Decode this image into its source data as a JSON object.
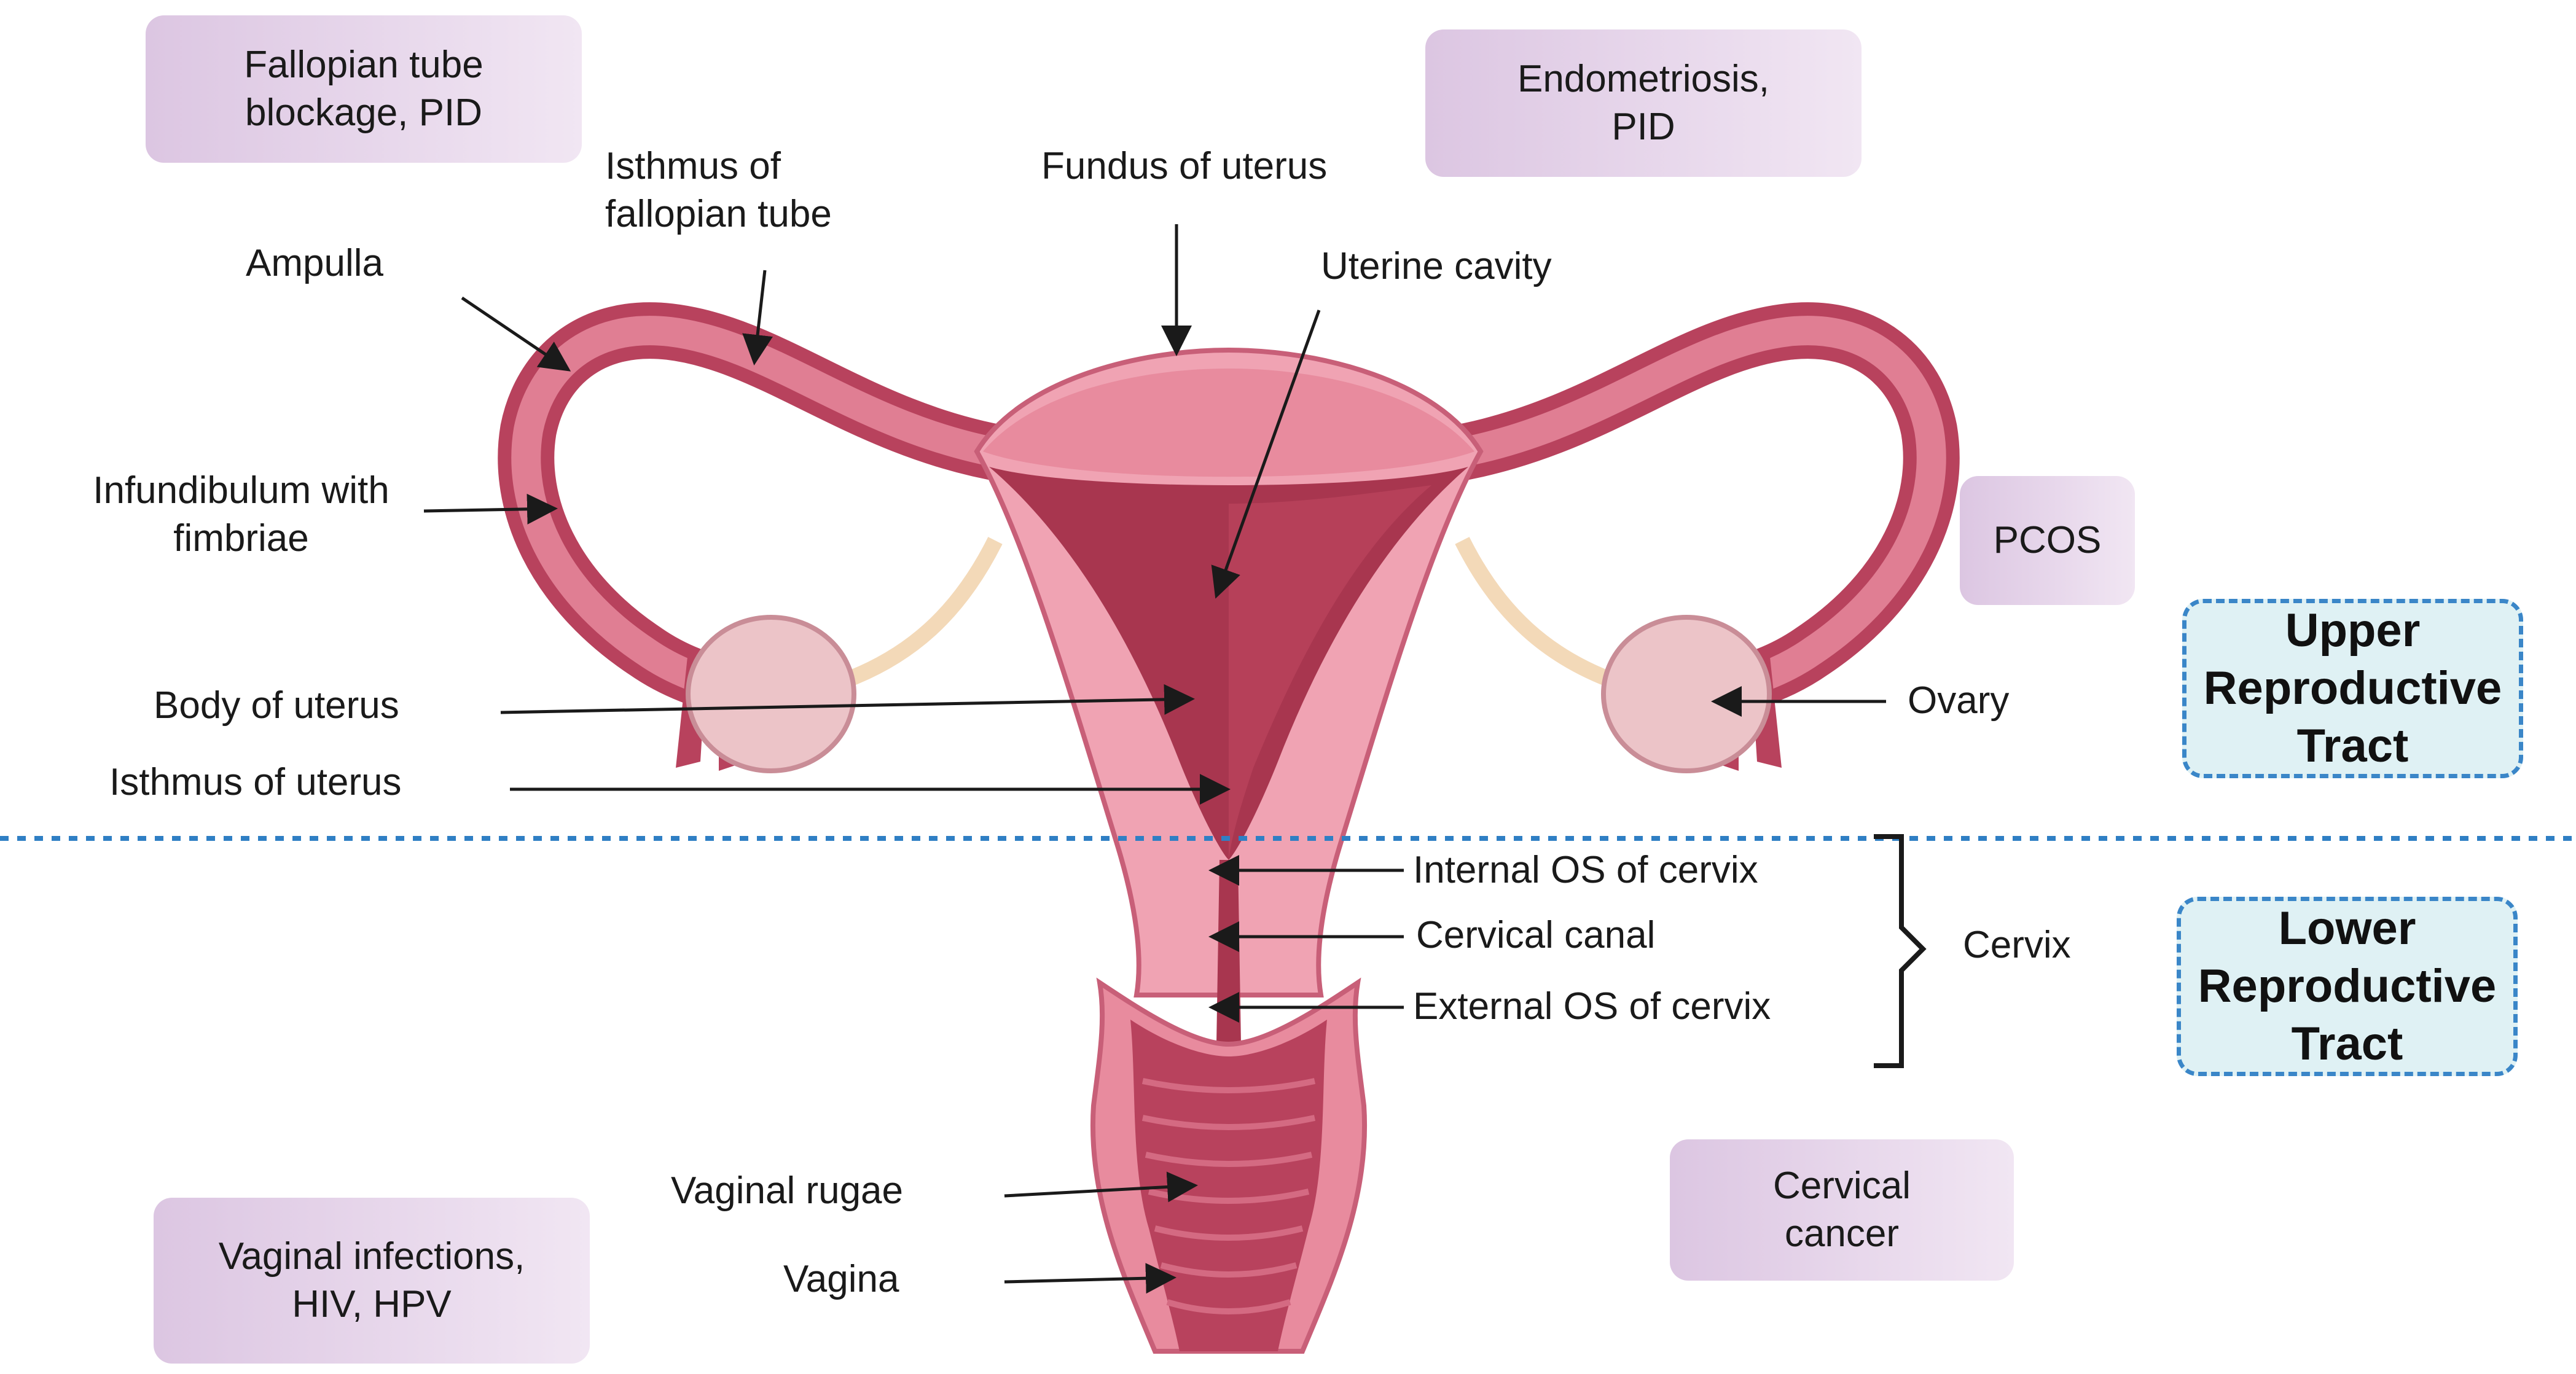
{
  "colors": {
    "uterus_outer": "#e88b9e",
    "uterus_wall": "#f0a3b3",
    "uterus_dark": "#b8425d",
    "uterine_cavity": "#a8364f",
    "ovary": "#ecc4c8",
    "ligament": "#f3d9b8",
    "disease_box": "#e6d5ea",
    "tract_box_fill": "#dff1f4",
    "tract_box_border": "#3a86c8",
    "divider": "#2f7fc4",
    "arrow": "#1a1a1a"
  },
  "anatomy_labels": {
    "ampulla": "Ampulla",
    "isthmus_tube_1": "Isthmus of",
    "isthmus_tube_2": "fallopian tube",
    "fundus": "Fundus of uterus",
    "uterine_cavity": "Uterine cavity",
    "infundibulum_1": "Infundibulum with",
    "infundibulum_2": "fimbriae",
    "body": "Body of uterus",
    "isthmus_uterus": "Isthmus of uterus",
    "ovary": "Ovary",
    "internal_os": "Internal OS of cervix",
    "cervical_canal": "Cervical canal",
    "external_os": "External OS of cervix",
    "cervix": "Cervix",
    "vaginal_rugae": "Vaginal rugae",
    "vagina": "Vagina"
  },
  "disease_boxes": {
    "tube": [
      "Fallopian tube",
      "blockage, PID"
    ],
    "endometriosis": [
      "Endometriosis,",
      "PID"
    ],
    "pcos": [
      "PCOS"
    ],
    "cervical_cancer": [
      "Cervical",
      "cancer"
    ],
    "vaginal": [
      "Vaginal infections,",
      "HIV, HPV"
    ]
  },
  "tract_boxes": {
    "upper": [
      "Upper",
      "Reproductive",
      "Tract"
    ],
    "lower": [
      "Lower",
      "Reproductive",
      "Tract"
    ]
  }
}
